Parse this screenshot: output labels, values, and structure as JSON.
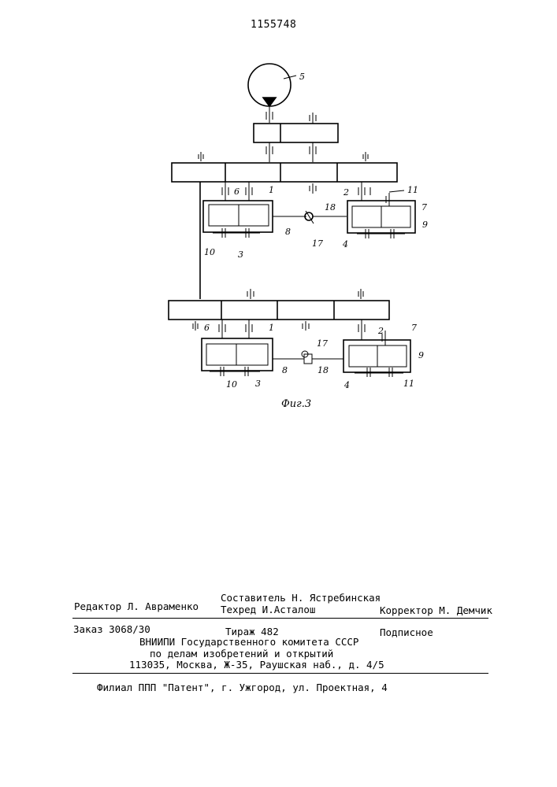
{
  "patent_number": "1155748",
  "figure": {
    "caption": "Фиг.3",
    "labels": {
      "motor": "5",
      "clutch_a": "6",
      "clutch_b": "1",
      "clutch_c": "2",
      "clutch_d": "7",
      "housing_left": "8",
      "housing_right": "9",
      "shaft_left_outer": "10",
      "shaft_left_inner": "3",
      "shaft_right_inner": "4",
      "shaft_right_outer": "11",
      "link_a": "17",
      "link_b": "18"
    }
  },
  "footer": {
    "editor": "Редактор  Л. Авраменко",
    "compiler": "Составитель Н. Ястребинская",
    "techred": "Техред И.Асталош",
    "corrector": "Корректор М. Демчик",
    "order": "Заказ 3068/30",
    "circulation": "Тираж 482",
    "subscription": "Подписное",
    "org_line1": "ВНИИПИ Государственного комитета СССР",
    "org_line2": "по делам изобретений и открытий",
    "org_line3": "113035, Москва, Ж-35, Раушская наб., д. 4/5",
    "branch": "Филиал ППП \"Патент\", г. Ужгород, ул. Проектная, 4"
  }
}
